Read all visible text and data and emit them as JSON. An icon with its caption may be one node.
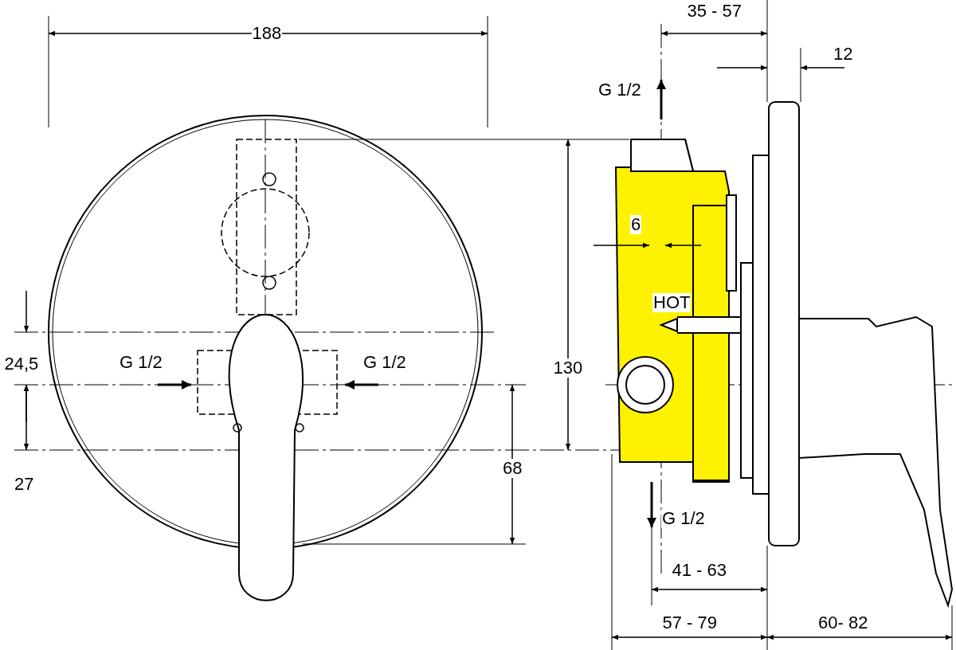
{
  "diagram": {
    "labels": [
      "188",
      "35 - 57",
      "12",
      "G 1/2",
      "6",
      "HOT",
      "24,5",
      "G 1/2",
      "G 1/2",
      "130",
      "27",
      "68",
      "G 1/2",
      "41 - 63",
      "57 - 79",
      "60- 82"
    ]
  }
}
